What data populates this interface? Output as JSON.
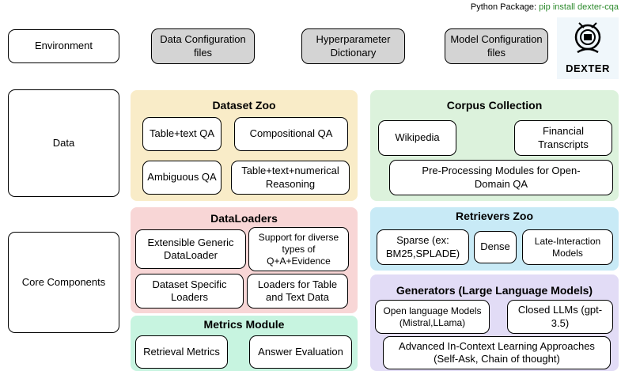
{
  "package": {
    "prefix": "Python Package:",
    "command": "pip install dexter-cqa"
  },
  "logo": {
    "text": "DEXTER"
  },
  "colors": {
    "dataset_zoo": "#f9ecc8",
    "corpus": "#dcf2dc",
    "dataloaders": "#f8d6d6",
    "retrievers": "#c8eaf6",
    "metrics": "#c7f4e0",
    "generators": "#e2dcf6",
    "grey_box": "#d4d4d4",
    "package_cmd": "#2e8b2e"
  },
  "rows": {
    "environment": "Environment",
    "data": "Data",
    "core": "Core Components"
  },
  "env_files": {
    "data_config": "Data Configuration files",
    "hyperparam": "Hyperparameter Dictionary",
    "model_config": "Model Configuration files"
  },
  "dataset_zoo": {
    "title": "Dataset Zoo",
    "items": [
      "Table+text QA",
      "Compositional QA",
      "Ambiguous QA",
      "Table+text+numerical Reasoning"
    ]
  },
  "corpus": {
    "title": "Corpus Collection",
    "items": [
      "Wikipedia",
      "Financial Transcripts",
      "Pre-Processing Modules for Open-Domain QA"
    ]
  },
  "dataloaders": {
    "title": "DataLoaders",
    "items": [
      "Extensible Generic DataLoader",
      "Support for diverse types of Q+A+Evidence",
      "Dataset Specific Loaders",
      "Loaders for Table and Text Data"
    ]
  },
  "retrievers": {
    "title": "Retrievers Zoo",
    "items": [
      "Sparse (ex: BM25,SPLADE)",
      "Dense",
      "Late-Interaction Models"
    ]
  },
  "metrics": {
    "title": "Metrics Module",
    "items": [
      "Retrieval Metrics",
      "Answer Evaluation"
    ]
  },
  "generators": {
    "title": "Generators (Large Language Models)",
    "items": [
      "Open language Models (Mistral,LLama)",
      "Closed LLMs (gpt-3.5)",
      "Advanced In-Context Learning Approaches (Self-Ask, Chain of thought)"
    ]
  }
}
